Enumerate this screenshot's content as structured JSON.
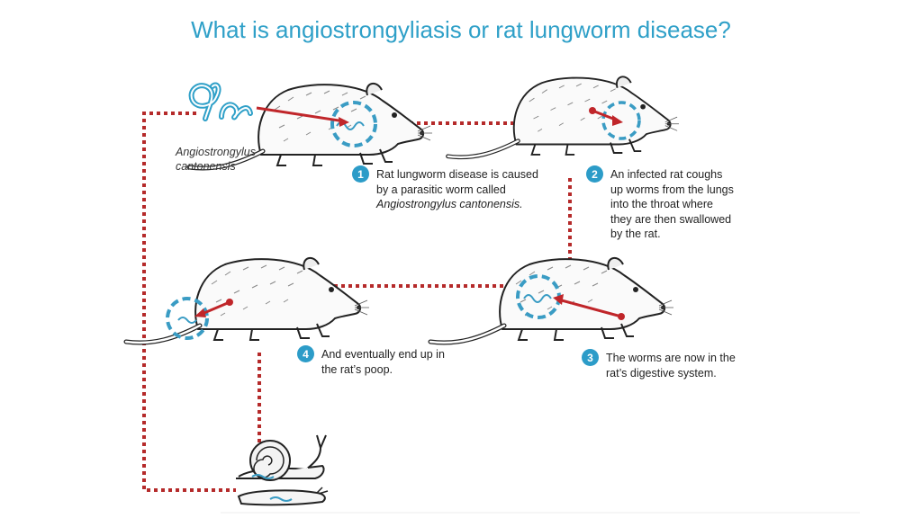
{
  "title": "What is angiostrongyliasis or rat lungworm disease?",
  "species_label": {
    "line1": "Angiostrongylus",
    "line2": "cantonensis"
  },
  "steps": [
    {
      "number": "1",
      "text_lines": [
        "Rat lungworm disease is caused",
        "by a parasitic worm called"
      ],
      "italic_line": "Angiostrongylus cantonensis."
    },
    {
      "number": "2",
      "text_lines": [
        "An infected rat coughs",
        "up worms from the lungs",
        "into the throat where",
        "they are then swallowed",
        "by the rat."
      ]
    },
    {
      "number": "3",
      "text_lines": [
        "The worms are now in the",
        "rat’s digestive system."
      ]
    },
    {
      "number": "4",
      "text_lines": [
        "And eventually end up in",
        "the rat’s poop."
      ]
    }
  ],
  "colors": {
    "title": "#2fa0c8",
    "badge": "#2c9cc8",
    "path": "#b52a2a",
    "highlight": "#3a9cc4"
  },
  "icons": [
    "worm-icon",
    "rat-icon",
    "snail-icon",
    "slug-icon"
  ]
}
